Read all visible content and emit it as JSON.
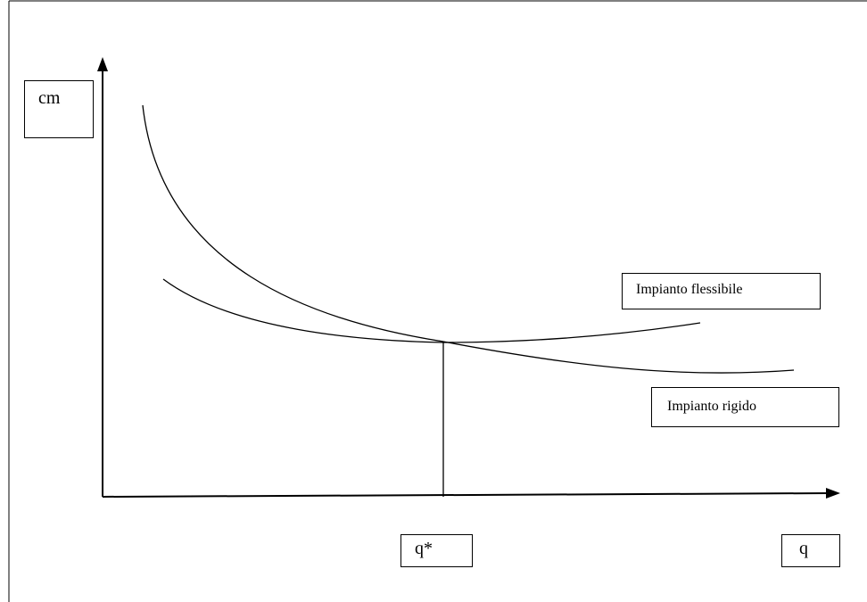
{
  "diagram": {
    "y_axis_label": "cm",
    "x_axis_label": "q",
    "intersection_label": "q*",
    "curves": [
      {
        "id": "flexible",
        "label": "Impianto flessibile"
      },
      {
        "id": "rigid",
        "label": "Impianto rigido"
      }
    ],
    "line_color": "#000000"
  }
}
